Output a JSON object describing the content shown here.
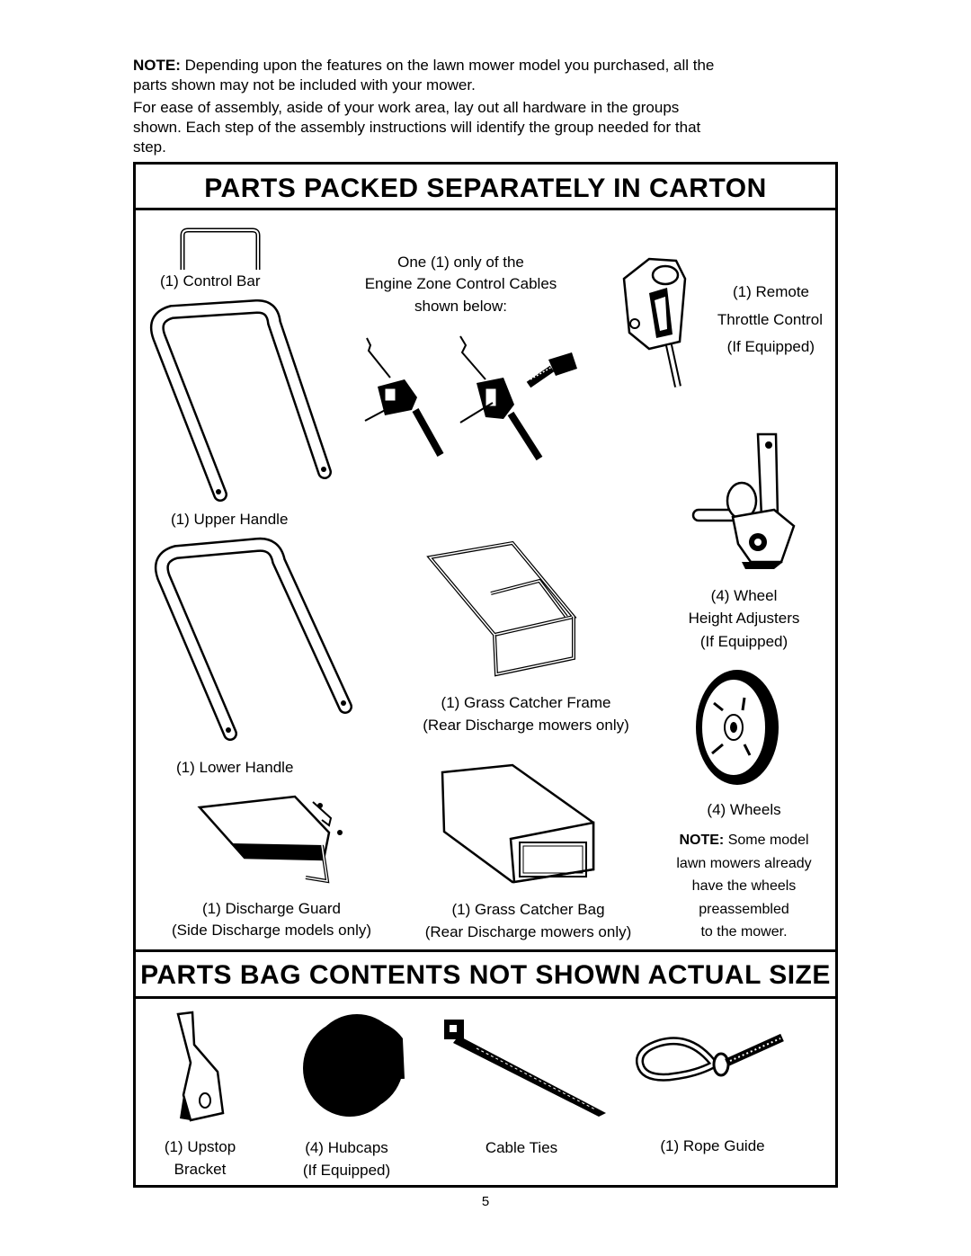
{
  "intro": {
    "note_label": "NOTE:",
    "note_line1": " Depending upon the features on the lawn mower model you purchased, all the",
    "note_line2": "parts shown may not be included with your mower.",
    "ease_line1": "For ease of assembly, aside of your work area, lay out all hardware in the groups",
    "ease_line2": "shown.  Each step of the assembly instructions will identify the group needed for that",
    "ease_line3": "step."
  },
  "carton": {
    "title": "PARTS PACKED SEPARATELY IN CARTON",
    "control_bar": "(1) Control Bar",
    "cables_line1": "One (1) only of the",
    "cables_line2": "Engine Zone Control Cables",
    "cables_line3": "shown below:",
    "remote_line1": "(1) Remote",
    "remote_line2": "Throttle Control",
    "remote_line3": "(If Equipped)",
    "upper_handle": "(1) Upper Handle",
    "height_line1": "(4) Wheel",
    "height_line2": "Height Adjusters",
    "height_line3": "(If Equipped)",
    "frame_line1": "(1) Grass Catcher Frame",
    "frame_line2": "(Rear Discharge mowers only)",
    "lower_handle": "(1) Lower Handle",
    "wheels": "(4) Wheels",
    "wheels_note_label": "NOTE:",
    "wheels_note_line1": " Some model",
    "wheels_note_line2": "lawn mowers already",
    "wheels_note_line3": "have the wheels",
    "wheels_note_line4": "preassembled",
    "wheels_note_line5": "to the mower.",
    "guard_line1": "(1) Discharge Guard",
    "guard_line2": "(Side Discharge models only)",
    "bag_line1": "(1) Grass Catcher Bag",
    "bag_line2": "(Rear Discharge mowers only)"
  },
  "bag": {
    "title": "PARTS BAG CONTENTS NOT SHOWN ACTUAL SIZE",
    "upstop_line1": "(1) Upstop",
    "upstop_line2": "Bracket",
    "hubcaps_line1": "(4) Hubcaps",
    "hubcaps_line2": "(If Equipped)",
    "cable_ties": "Cable Ties",
    "rope_guide": "(1) Rope Guide"
  },
  "page_number": "5"
}
